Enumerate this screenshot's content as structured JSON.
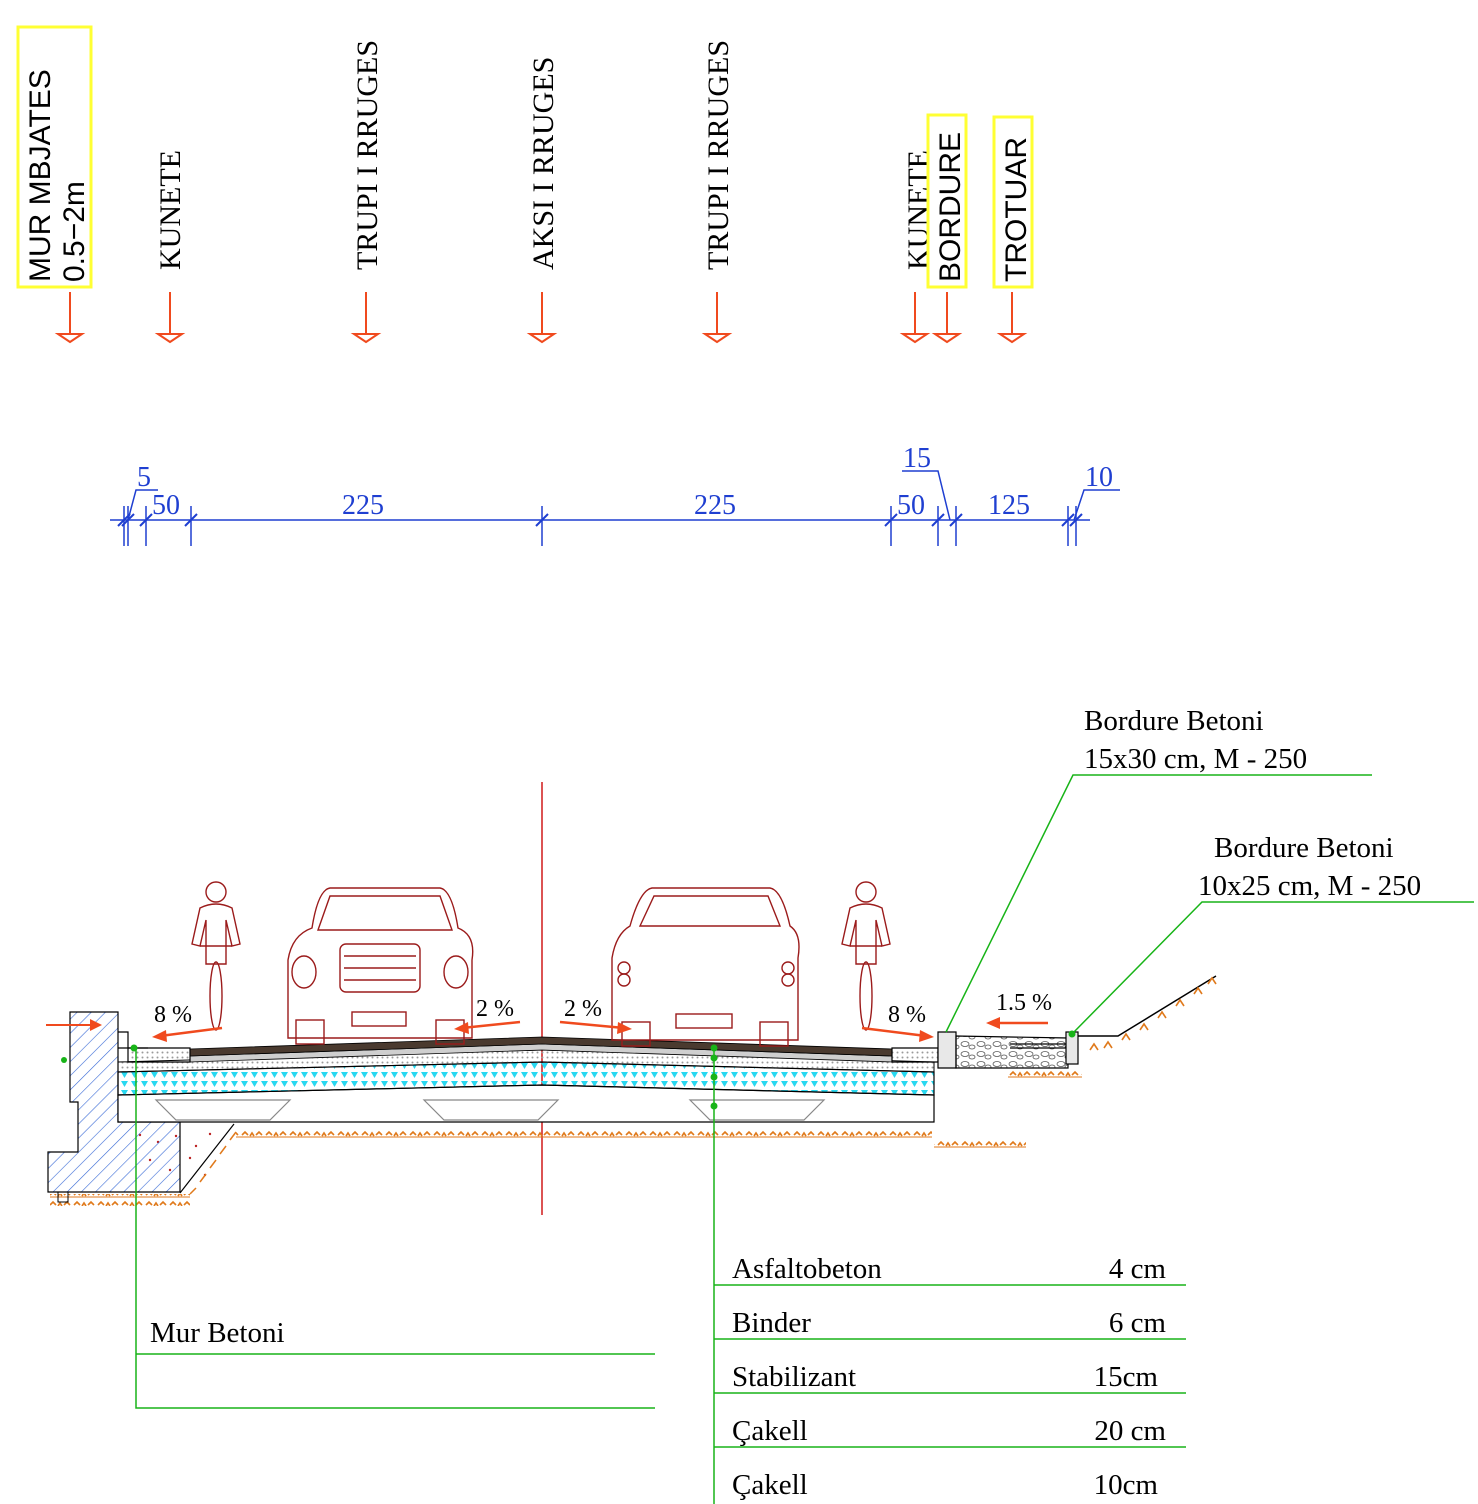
{
  "labels_top": {
    "mur_mbjates_1": "MUR  MBJATES",
    "mur_mbjates_2": "0.5−2m",
    "kunete_left": "KUNETE",
    "trupi_left": "TRUPI I RRUGES",
    "aksi": "AKSI I RRUGES",
    "trupi_right": "TRUPI I RRUGES",
    "kunete_right": "KUNETE",
    "bordure": "BORDURE",
    "trotuar": "TROTUAR"
  },
  "dimensions": {
    "d5": "5",
    "d50_left": "50",
    "d225_left": "225",
    "d225_right": "225",
    "d15": "15",
    "d50_right": "50",
    "d125": "125",
    "d10": "10"
  },
  "slopes": {
    "left_8": "8 %",
    "left_2": "2 %",
    "right_2": "2 %",
    "right_8": "8 %",
    "sidewalk": "1.5 %"
  },
  "callouts": {
    "bordure1_line1": "Bordure Betoni",
    "bordure1_line2": "15x30 cm, M - 250",
    "bordure2_line1": "Bordure Betoni",
    "bordure2_line2": "10x25 cm, M - 250",
    "mur_betoni": "Mur Betoni"
  },
  "layers": [
    {
      "name": "Asfaltobeton",
      "thickness": "4 cm"
    },
    {
      "name": "Binder",
      "thickness": "6 cm"
    },
    {
      "name": "Stabilizant",
      "thickness": "15cm"
    },
    {
      "name": "Çakell",
      "thickness": "20 cm"
    },
    {
      "name": "Çakell",
      "thickness": "10cm"
    }
  ],
  "colors": {
    "dimension": "#1f3fd1",
    "arrow": "#f04a1e",
    "highlight": "#ffff33",
    "vehicle": "#9b1b1b",
    "axis": "#d11a1a",
    "leader": "#18b418",
    "hatch_wall": "#3a6bd6",
    "soil": "#e07a1c",
    "base_layer": "#28d8f0"
  }
}
